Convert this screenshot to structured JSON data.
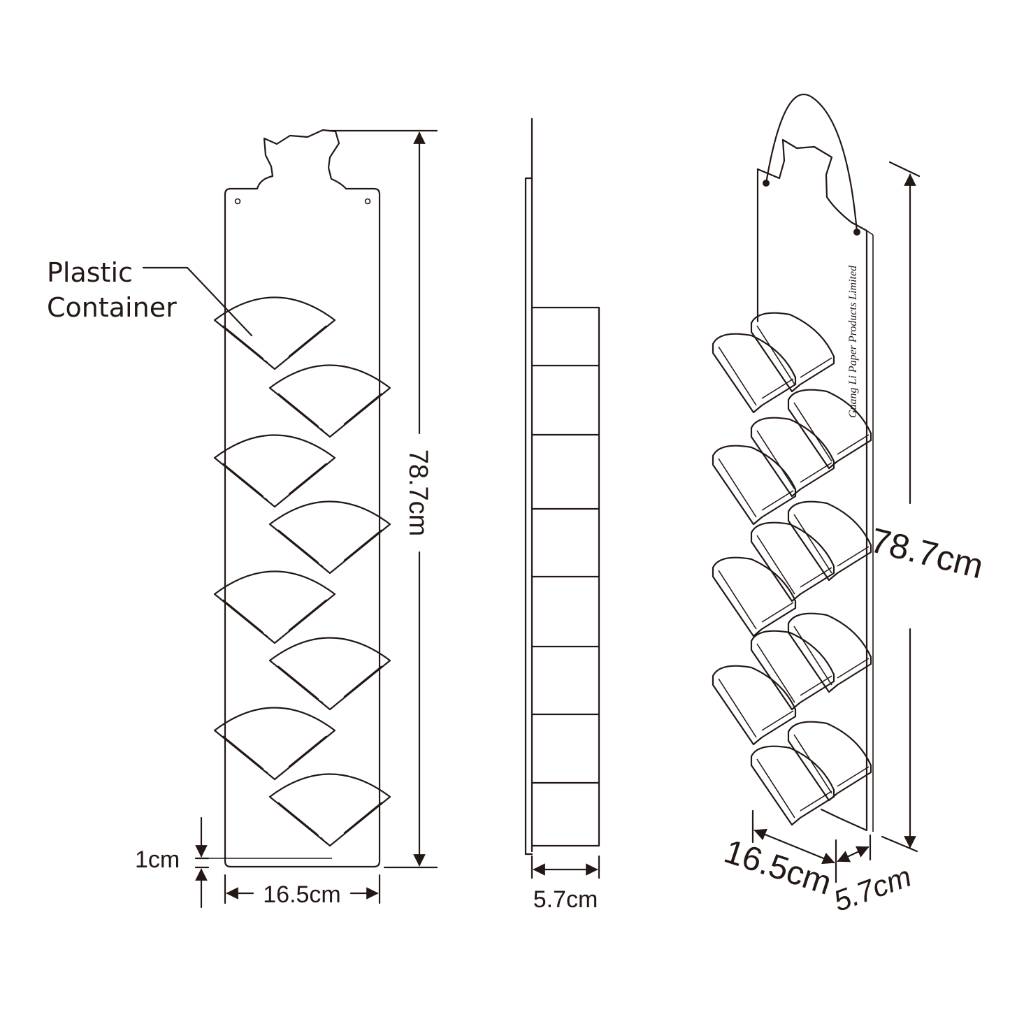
{
  "callout": {
    "line1": "Plastic",
    "line2": "Container"
  },
  "dimensions": {
    "front_height": "78.7cm",
    "front_width": "16.5cm",
    "bottom_gap": "1cm",
    "side_depth": "5.7cm",
    "perspective_height": "78.7cm",
    "perspective_width": "16.5cm",
    "perspective_depth": "5.7cm"
  },
  "brand_text": "Guang Li Paper Products Limited",
  "colors": {
    "line": "#231815",
    "background": "#ffffff"
  }
}
